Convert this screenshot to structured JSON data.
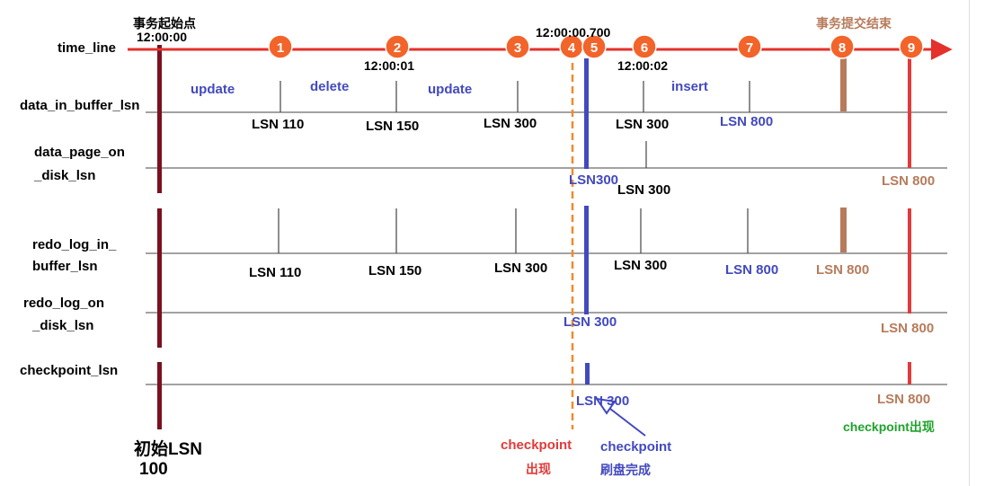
{
  "colors": {
    "timeline_red": "#e4312b",
    "init_maroon": "#7a1020",
    "blue": "#4249bf",
    "brown": "#b77b5b",
    "orange": "#f08a2e",
    "red": "#e23a3a",
    "green": "#1fa32b",
    "marker_fill": "#f2642a",
    "tick": "#444444",
    "black": "#000000"
  },
  "labels": {
    "time_line": "time_line",
    "data_in_buffer": "data_in_buffer_lsn",
    "data_page_on_1": "data_page_on",
    "data_page_on_2": "_disk_lsn",
    "redo_buf_1": "redo_log_in_",
    "redo_buf_2": "buffer_lsn",
    "redo_disk_1": "redo_log_on",
    "redo_disk_2": "_disk_lsn",
    "checkpoint": "checkpoint_lsn"
  },
  "header": {
    "start_title": "事务起始点",
    "start_time": "12:00:00",
    "commit_title": "事务提交结束",
    "time_1": "12:00:01",
    "time_2": "12:00:00.700",
    "time_3": "12:00:02"
  },
  "markers": [
    "1",
    "2",
    "3",
    "4",
    "5",
    "6",
    "7",
    "8",
    "9"
  ],
  "ops": {
    "update1": "update",
    "delete": "delete",
    "update2": "update",
    "insert": "insert"
  },
  "lsn": {
    "dib_110": "LSN 110",
    "dib_150": "LSN 150",
    "dib_300a": "LSN 300",
    "dib_300b": "LSN 300",
    "dib_800": "LSN 800",
    "dpd_300a": "LSN300",
    "dpd_300b": "LSN 300",
    "dpd_800": "LSN 800",
    "rb_110": "LSN 110",
    "rb_150": "LSN 150",
    "rb_300a": "LSN 300",
    "rb_300b": "LSN 300",
    "rb_800a": "LSN 800",
    "rb_800b": "LSN 800",
    "rd_300": "LSN 300",
    "rd_800": "LSN 800",
    "cp_300": "LSN 300",
    "cp_800": "LSN 800"
  },
  "bottom": {
    "initial_1": "初始LSN",
    "initial_2": "100",
    "cp_appear_1": "checkpoint",
    "cp_appear_2": "出现",
    "cp_flush_1": "checkpoint",
    "cp_flush_2": "刷盘完成",
    "cp_appear_green": "checkpoint出现"
  }
}
